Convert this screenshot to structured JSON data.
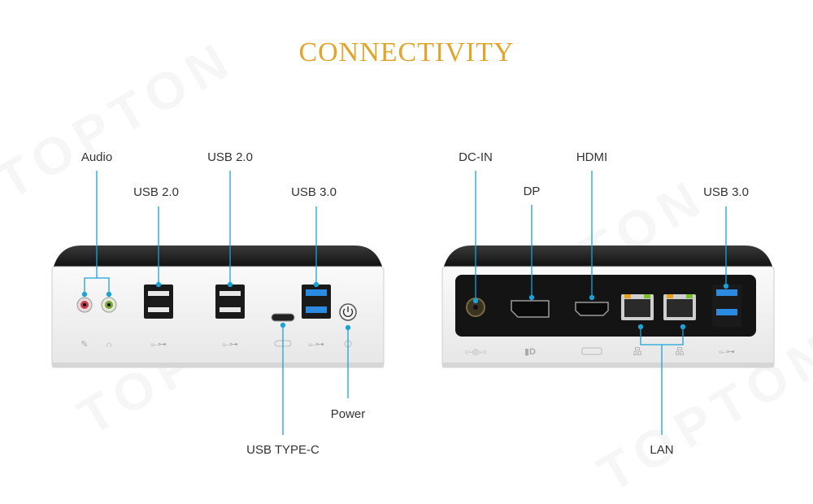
{
  "page": {
    "title": "CONNECTIVITY",
    "watermark": "TOPTON"
  },
  "front_panel": {
    "labels": {
      "audio": "Audio",
      "usb20_left": "USB 2.0",
      "usb20_right": "USB 2.0",
      "usb30": "USB 3.0",
      "usb_type_c": "USB TYPE-C",
      "power": "Power"
    }
  },
  "rear_panel": {
    "labels": {
      "dc_in": "DC-IN",
      "dp": "DP",
      "hdmi": "HDMI",
      "usb30": "USB 3.0",
      "lan": "LAN"
    }
  },
  "colors": {
    "title": "#e0a52a",
    "callout_line": "#1aa3d9",
    "usb3_port": "#2a8be0"
  }
}
